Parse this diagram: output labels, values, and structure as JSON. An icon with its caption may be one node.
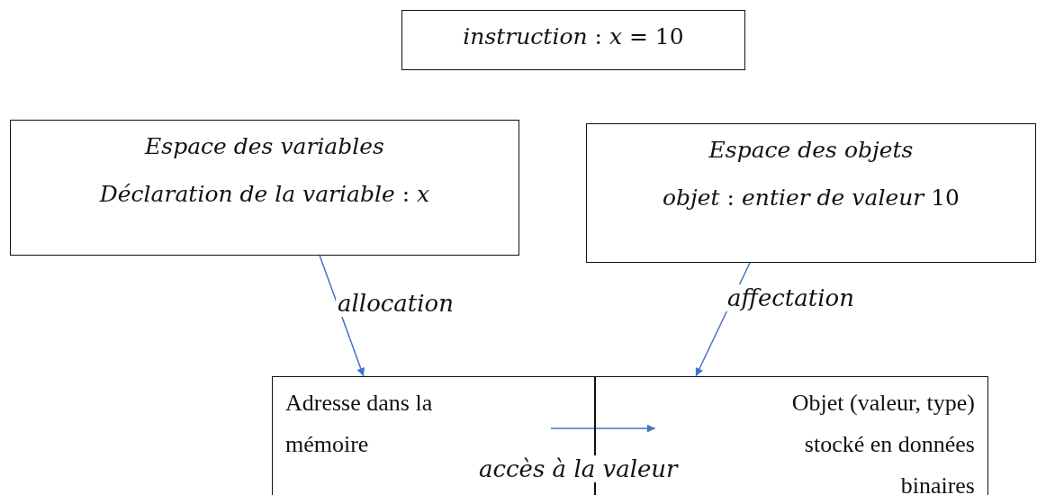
{
  "diagram": {
    "nodes": [
      {
        "text": [
          "*instruction* : *x* = 10"
        ]
      },
      {
        "text": [
          "Espace des variables",
          "*Déclaration de la variable* : *x*"
        ]
      },
      {
        "text": [
          "Espace des objets",
          "*objet* : *entier de valeur* 10"
        ]
      },
      {
        "text": [
          "Adresse dans la mémoire"
        ]
      },
      {
        "text": [
          "Objet (valeur, type) stocké en données binaires"
        ]
      }
    ],
    "edges": [
      {
        "from": 1,
        "to": 3,
        "arrow": "to",
        "label": "allocation"
      },
      {
        "from": 2,
        "to": 4,
        "arrow": "to",
        "label": "affectation"
      },
      {
        "from": 3,
        "to": 4,
        "arrow": "to",
        "label": "accès à la valeur"
      }
    ]
  }
}
